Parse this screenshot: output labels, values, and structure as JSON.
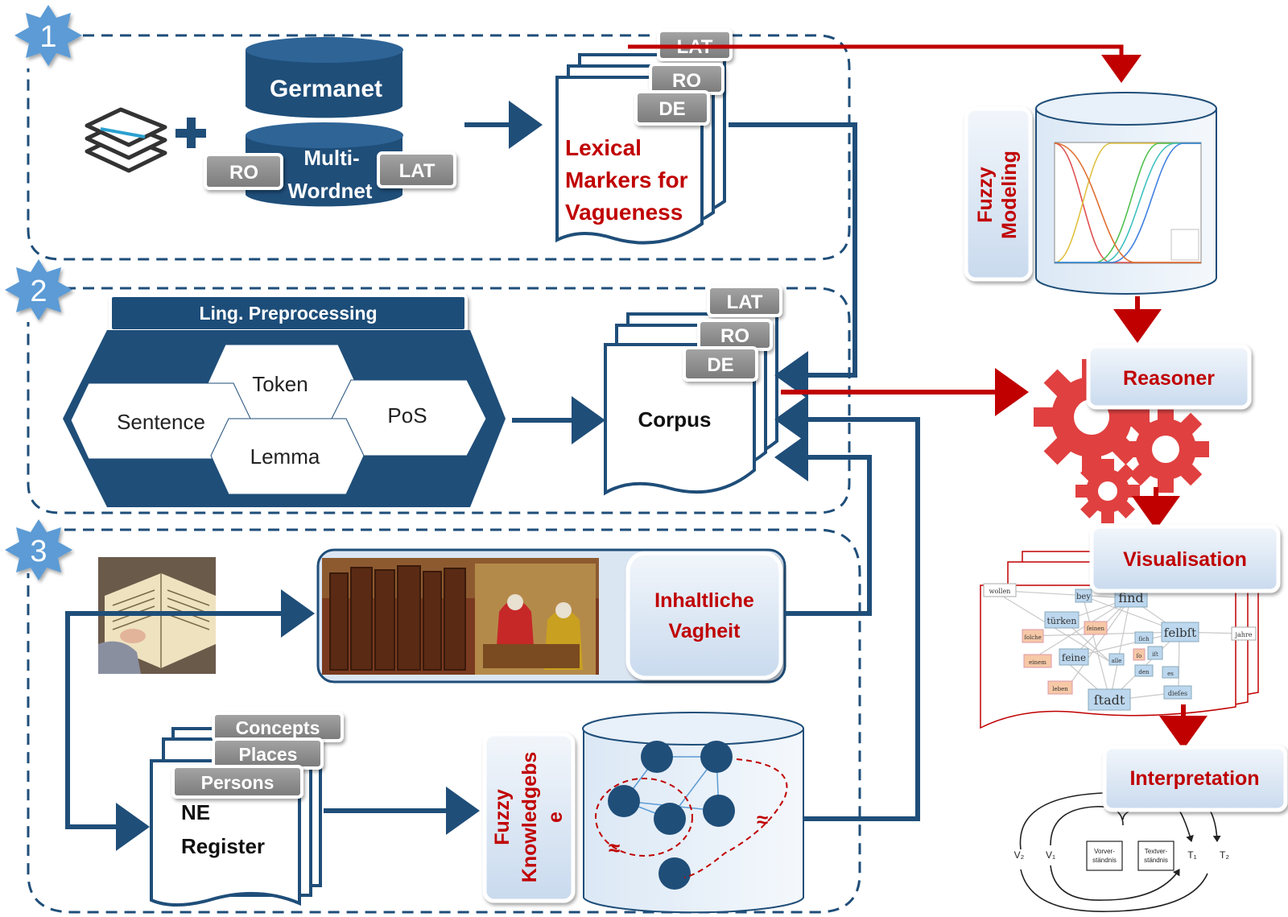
{
  "sections": [
    {
      "number": "1"
    },
    {
      "number": "2"
    },
    {
      "number": "3"
    }
  ],
  "section1": {
    "germanet": "Germanet",
    "multiwordnet_line1": "Multi-",
    "multiwordnet_line2": "Wordnet",
    "tag_ro": "RO",
    "tag_lat": "LAT",
    "doc_tags": [
      "LAT",
      "RO",
      "DE"
    ],
    "markers_line1": "Lexical",
    "markers_line2": "Markers for",
    "markers_line3": "Vagueness"
  },
  "section2": {
    "header": "Ling. Preprocessing",
    "cells": [
      "Token",
      "Sentence",
      "PoS",
      "Lemma"
    ],
    "doc_tags": [
      "LAT",
      "RO",
      "DE"
    ],
    "corpus": "Corpus"
  },
  "section3": {
    "vagueness_line1": "Inhaltliche",
    "vagueness_line2": "Vagheit",
    "register_tags": [
      "Concepts",
      "Places",
      "Persons"
    ],
    "register_line1": "NE",
    "register_line2": "Register",
    "fkb_line1": "Fuzzy",
    "fkb_line2": "Knowledgebs",
    "fkb_line3": "e",
    "approx_symbol": "≈"
  },
  "right": {
    "fuzzy_line1": "Fuzzy",
    "fuzzy_line2": "Modeling",
    "reasoner": "Reasoner",
    "visualisation": "Visualisation",
    "interpretation": "Interpretation",
    "graph_words": [
      "find",
      "felbſt",
      "ſtadt",
      "feine",
      "türken",
      "bey",
      "dieſes",
      "jahre",
      "ſeinen",
      "wollen",
      "ſolche",
      "leben",
      "einem",
      "iſt",
      "ſich",
      "alle",
      "den",
      "ſo",
      "es"
    ],
    "cycle_labels": [
      "V₂",
      "V₁",
      "Vorver-\nständnis",
      "Textver-\nständnis",
      "T₁",
      "T₂"
    ]
  },
  "colors": {
    "navy": "#1f4e79",
    "red": "#c00000",
    "gear": "#e04040",
    "badge": "#5b9bd5"
  }
}
